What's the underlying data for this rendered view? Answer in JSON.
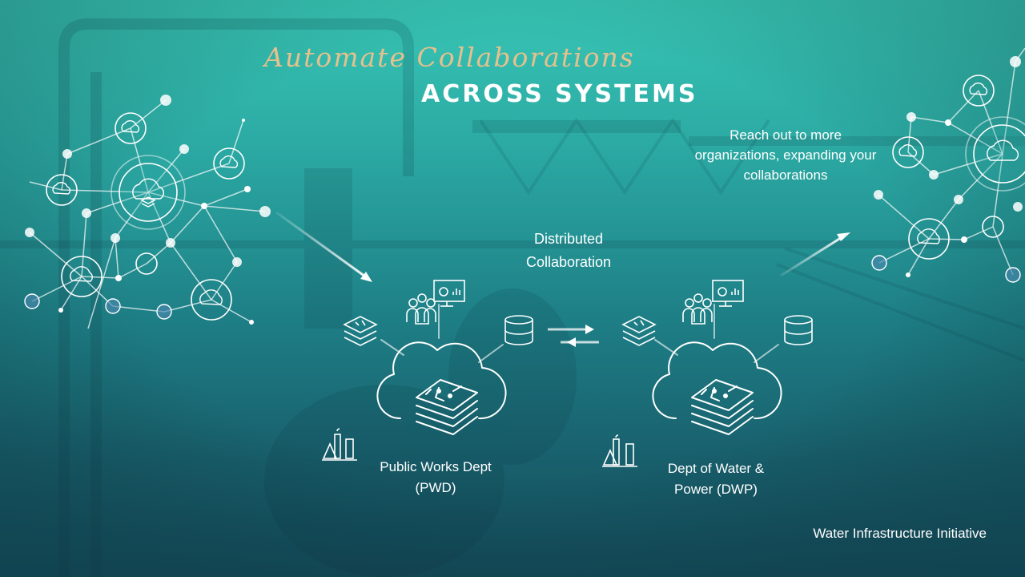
{
  "slide": {
    "title_script": "Automate Collaborations",
    "title_caps": "ACROSS SYSTEMS",
    "reach_out": [
      "Reach out to more",
      "organizations, expanding your",
      "collaborations"
    ],
    "distributed": [
      "Distributed",
      "Collaboration"
    ],
    "pwd": [
      "Public Works Dept",
      "(PWD)"
    ],
    "dwp": [
      "Dept of Water &",
      "Power (DWP)"
    ],
    "footer": "Water Infrastructure Initiative"
  },
  "colors": {
    "title_script": "#e7c08d",
    "text": "#ffffff",
    "background_top": "#38c7b6",
    "background_bottom": "#154f5e"
  },
  "icons": {
    "network": "cloud-network-icon",
    "cloud": "cloud-map-icon",
    "users": "users-icon",
    "dashboard": "dashboard-icon",
    "layers": "layers-icon",
    "database": "database-icon",
    "industry": "industry-icon"
  }
}
